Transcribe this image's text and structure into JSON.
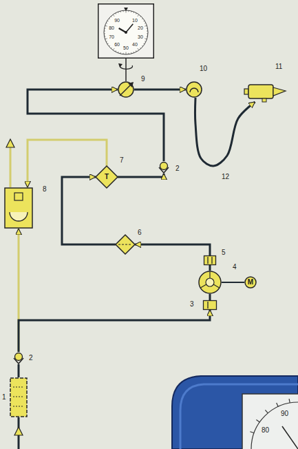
{
  "diagram": {
    "nodes": [
      {
        "text": [
          "10",
          "20",
          "30",
          "40",
          "50",
          "60",
          "70",
          "80",
          "90"
        ]
      },
      {
        "text": [
          "9"
        ]
      },
      {
        "text": [
          "10"
        ]
      },
      {
        "text": [
          "11"
        ]
      },
      {
        "text": [
          "2"
        ]
      },
      {
        "text": [
          "7",
          "T"
        ]
      },
      {
        "text": [
          "8"
        ]
      },
      {
        "text": [
          "6"
        ]
      },
      {
        "text": [
          "5"
        ]
      },
      {
        "text": [
          "4"
        ]
      },
      {
        "text": [
          "M"
        ]
      },
      {
        "text": [
          "3"
        ]
      },
      {
        "text": [
          "2"
        ]
      },
      {
        "text": [
          "1"
        ]
      }
    ],
    "edges": [
      {
        "from": 13,
        "to": 12,
        "arrow": "none"
      },
      {
        "from": 12,
        "to": 6,
        "arrow": "to"
      },
      {
        "from": 12,
        "to": 11,
        "arrow": "to"
      },
      {
        "from": 11,
        "to": 9,
        "arrow": "none"
      },
      {
        "from": 9,
        "to": 8,
        "arrow": "none"
      },
      {
        "from": 8,
        "to": 7,
        "arrow": "to"
      },
      {
        "from": 7,
        "to": 5,
        "arrow": "to"
      },
      {
        "from": 5,
        "to": 4,
        "arrow": "to"
      },
      {
        "from": 5,
        "to": 6,
        "arrow": "to"
      },
      {
        "from": 4,
        "to": 1,
        "arrow": "to"
      },
      {
        "from": 1,
        "to": 2,
        "arrow": "to"
      },
      {
        "from": 2,
        "to": 3,
        "arrow": "to"
      },
      {
        "from": 9,
        "to": 10,
        "arrow": "none"
      },
      {
        "from": 0,
        "to": 1,
        "arrow": "none"
      }
    ],
    "labels": [
      "12",
      "90",
      "80"
    ]
  }
}
